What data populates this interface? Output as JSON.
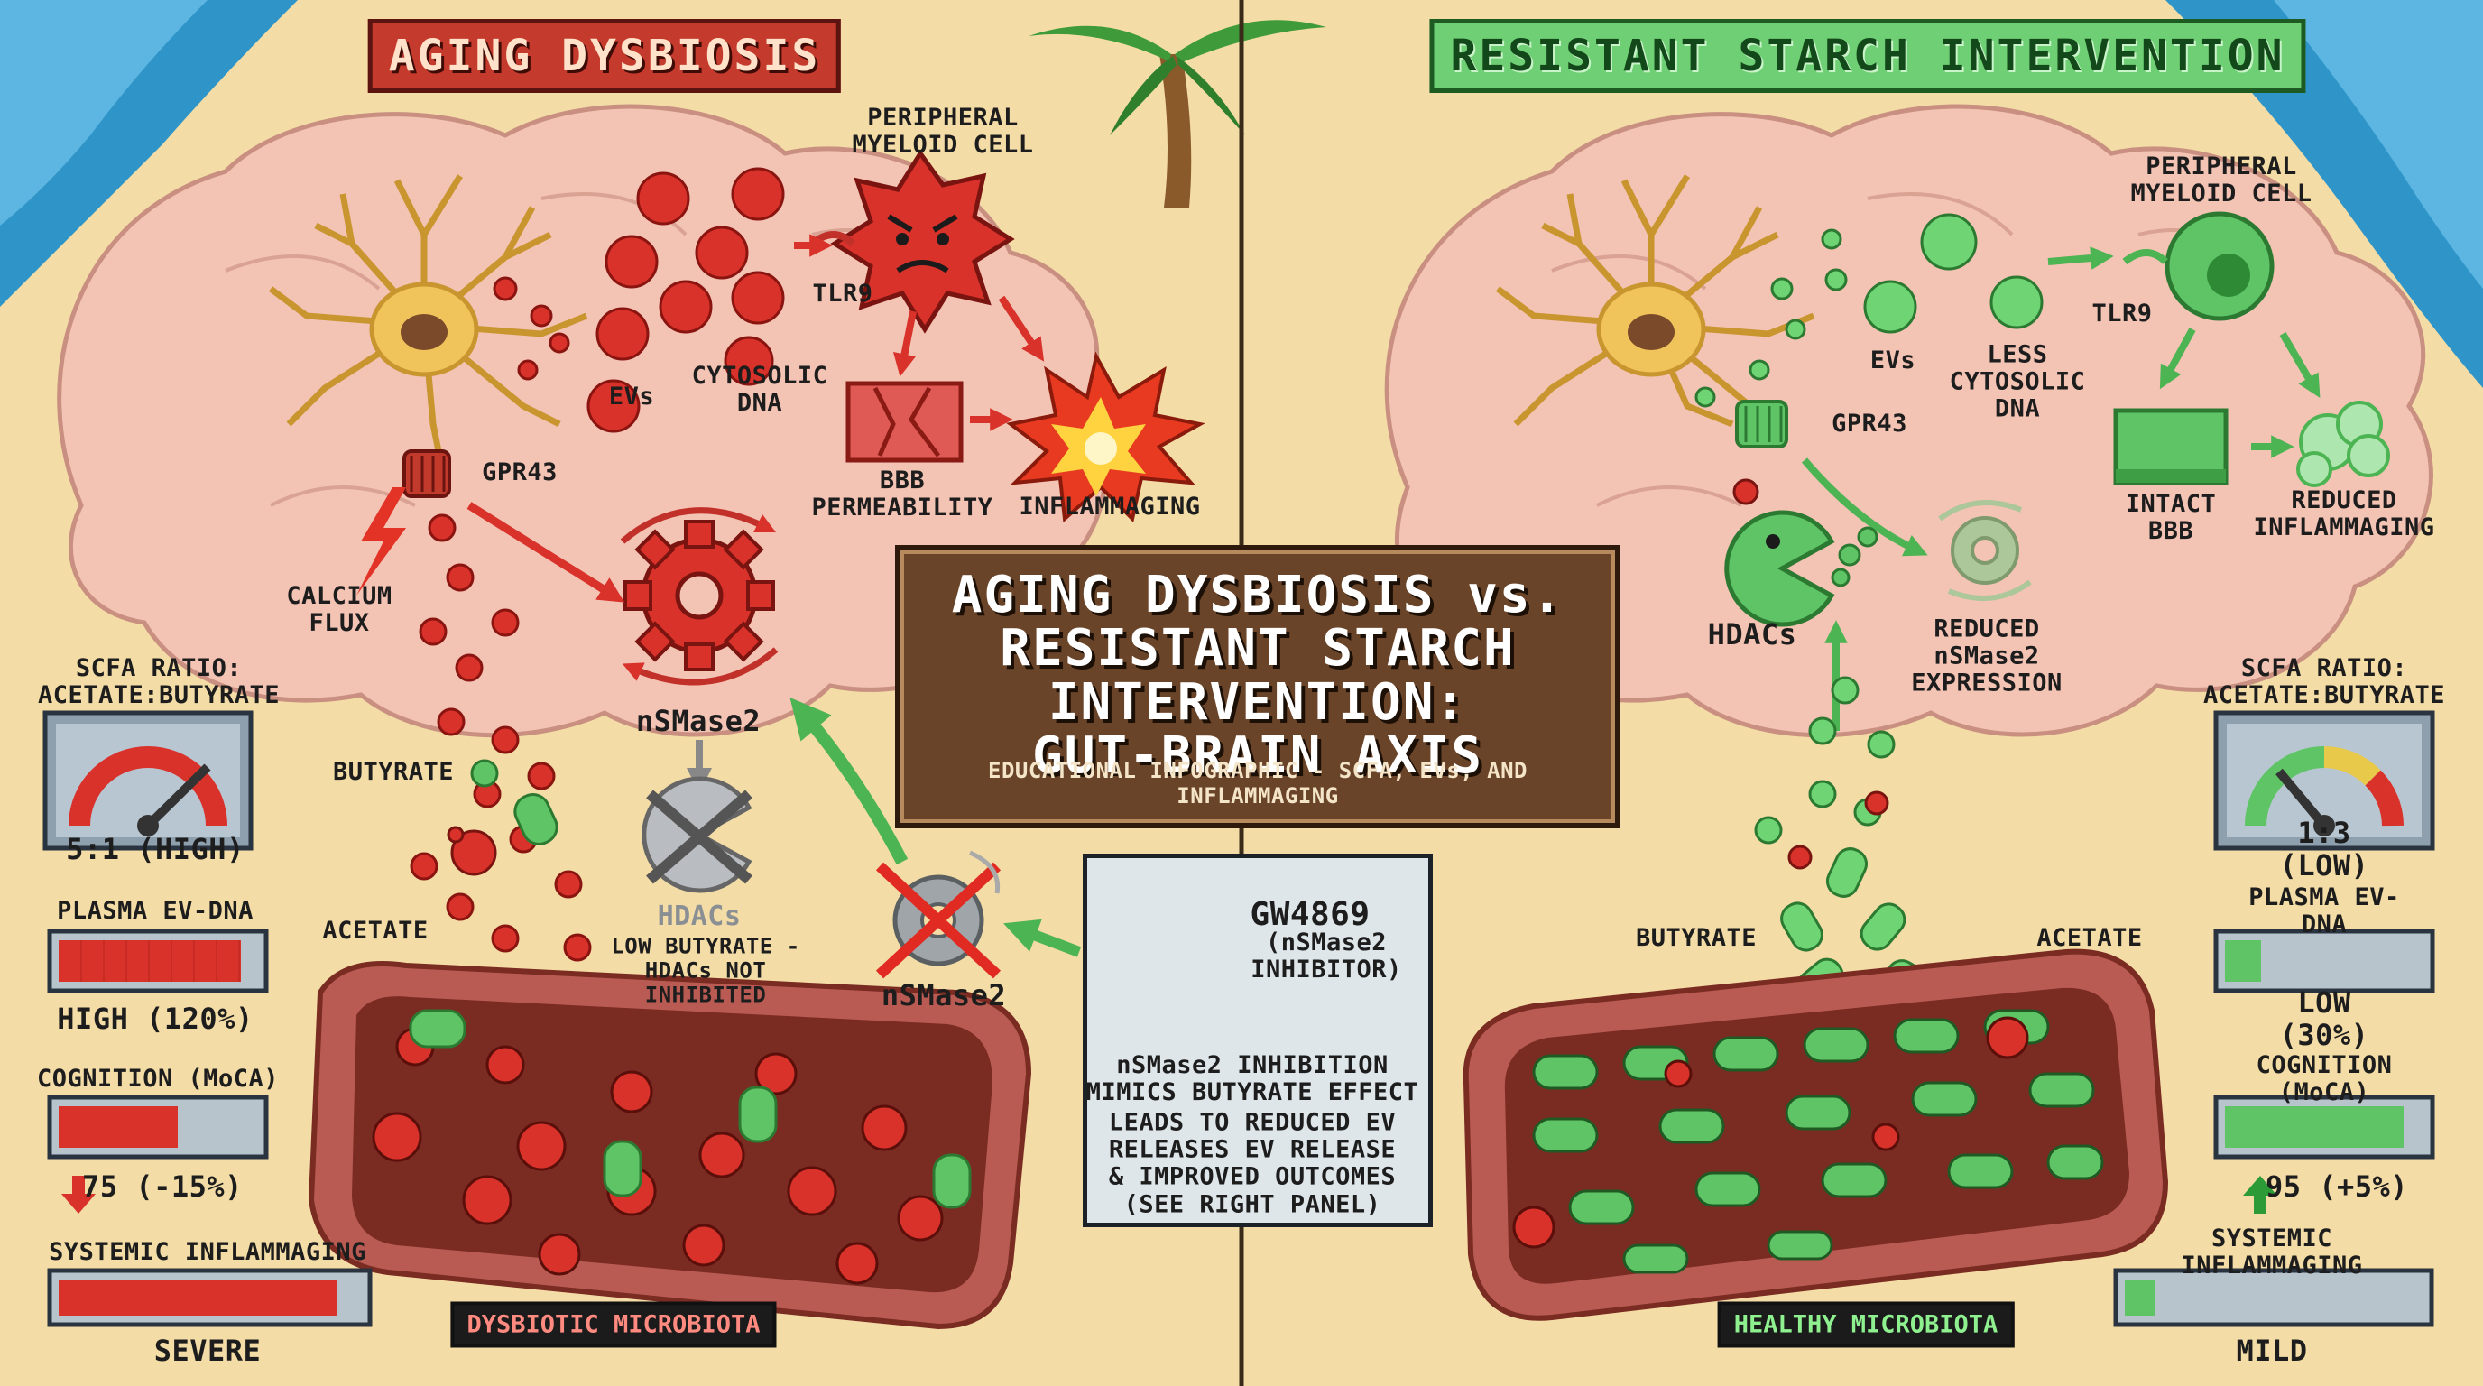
{
  "banners": {
    "left": "AGING DYSBIOSIS",
    "right": "RESISTANT STARCH INTERVENTION"
  },
  "center": {
    "title": "AGING DYSBIOSIS vs.\nRESISTANT STARCH\nINTERVENTION:\nGUT-BRAIN AXIS",
    "subtitle": "EDUCATIONAL INFOGRAPHIC - SCFA, EVs, AND INFLAMMAGING"
  },
  "left_panel": {
    "myeloid_cell": "PERIPHERAL\nMYELOID CELL",
    "tlr9": "TLR9",
    "evs": "EVs",
    "cytosolic_dna": "CYTOSOLIC\nDNA",
    "gpr43": "GPR43",
    "bbb": "BBB\nPERMEABILITY",
    "inflammaging": "INFLAMMAGING",
    "calcium": "CALCIUM\nFLUX",
    "nsmase2": "nSMase2",
    "butyrate": "BUTYRATE",
    "acetate": "ACETATE",
    "hdacs": "HDACs",
    "hdacs_note": "LOW BUTYRATE -\nHDACs NOT\nINHIBITED",
    "nsmase2_blocked": "nSMase2",
    "microbiota": "DYSBIOTIC MICROBIOTA"
  },
  "right_panel": {
    "myeloid_cell": "PERIPHERAL\nMYELOID CELL",
    "tlr9": "TLR9",
    "evs": "EVs",
    "cytosolic_dna": "LESS\nCYTOSOLIC\nDNA",
    "gpr43": "GPR43",
    "bbb": "INTACT\nBBB",
    "inflammaging": "REDUCED\nINFLAMMAGING",
    "hdacs": "HDACs",
    "nsmase2": "REDUCED\nnSMase2\nEXPRESSION",
    "butyrate": "BUTYRATE",
    "acetate": "ACETATE",
    "microbiota": "HEALTHY MICROBIOTA"
  },
  "gw4869": {
    "name": "GW4869",
    "sub": "(nSMase2\nINHIBITOR)",
    "desc1": "nSMase2 INHIBITION\nMIMICS BUTYRATE EFFECT",
    "desc2": "LEADS TO REDUCED EV\nRELEASES EV RELEASE\n& IMPROVED OUTCOMES\n(SEE RIGHT PANEL)"
  },
  "left_metrics": {
    "ratio_label": "SCFA RATIO:\nACETATE:BUTYRATE",
    "ratio_value": "5:1 (HIGH)",
    "ev_label": "PLASMA EV-DNA",
    "ev_value": "HIGH (120%)",
    "ev_level": 0.92,
    "cog_label": "COGNITION (MoCA)",
    "cog_value": "75 (-15%)",
    "cog_level": 0.6,
    "inflam_label": "SYSTEMIC INFLAMMAGING",
    "inflam_value": "SEVERE",
    "inflam_level": 0.92
  },
  "right_metrics": {
    "ratio_label": "SCFA RATIO:\nACETATE:BUTYRATE",
    "ratio_value": "1:3 (LOW)",
    "ev_label": "PLASMA EV-DNA",
    "ev_value": "LOW (30%)",
    "ev_level": 0.18,
    "cog_label": "COGNITION (MoCA)",
    "cog_value": "95 (+5%)",
    "cog_level": 0.9,
    "inflam_label": "SYSTEMIC INFLAMMAGING",
    "inflam_value": "MILD",
    "inflam_level": 0.1
  },
  "icons": {
    "down_arrow": "red-down-arrow-icon",
    "up_arrow": "green-up-arrow-icon"
  },
  "colors": {
    "sand": "#f3dca6",
    "ocean": "#2f95c8",
    "brain": "#f3c3b4",
    "red": "#d8322a",
    "green": "#5fc466",
    "gut_wall": "#b95b52",
    "gut_inner": "#7a2b22"
  }
}
